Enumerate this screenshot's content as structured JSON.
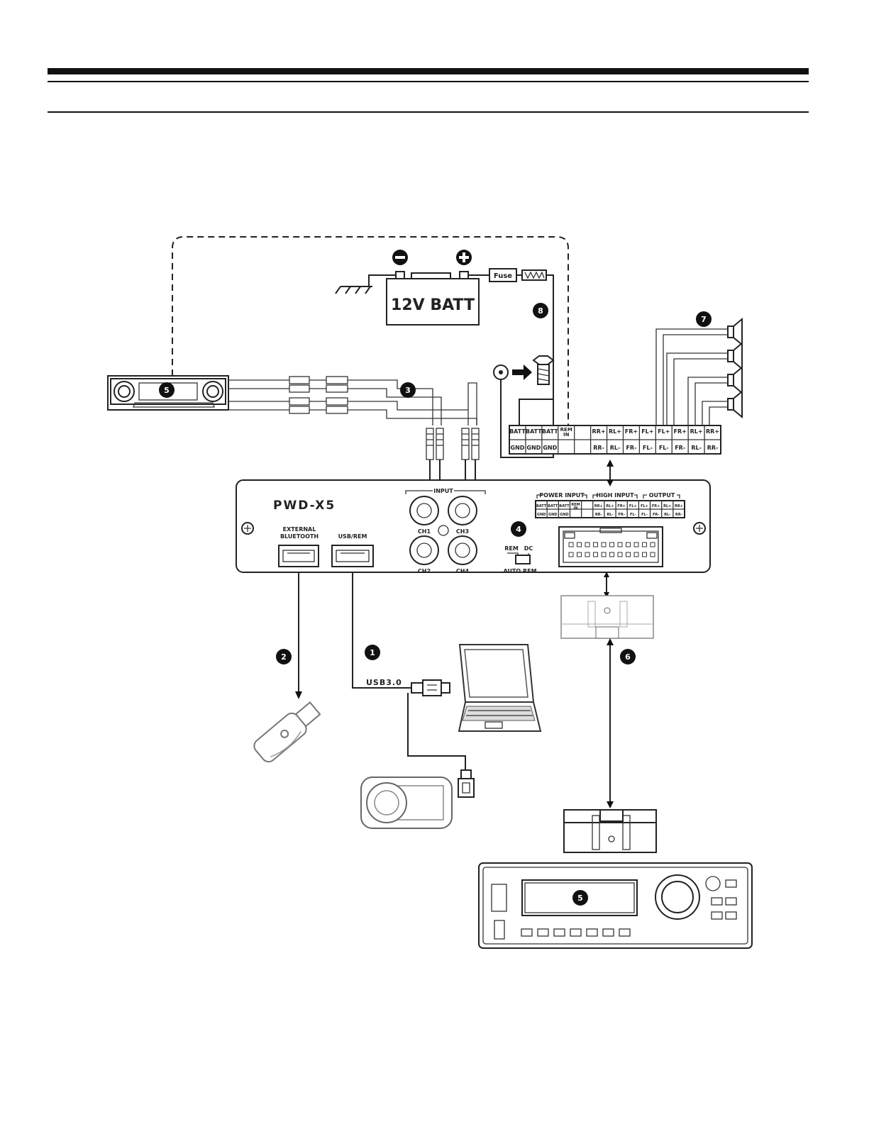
{
  "battery": {
    "label": "12V BATT",
    "minus": "−",
    "plus": "+"
  },
  "fuse": {
    "label": "Fuse"
  },
  "amp": {
    "model": "PWD-X5",
    "ports": {
      "external_bluetooth_1": "EXTERNAL",
      "external_bluetooth_2": "BLUETOOTH",
      "usb_rem": "USB/REM"
    },
    "input": {
      "title": "INPUT",
      "ch1": "CH1",
      "ch2": "CH2",
      "ch3": "CH3",
      "ch4": "CH4"
    },
    "switch": {
      "rem": "REM",
      "dc": "DC",
      "auto_rem": "AUTO REM"
    },
    "groups": {
      "power_input": "POWER INPUT",
      "high_input": "HIGH INPUT",
      "output": "OUTPUT"
    }
  },
  "usb_label": "USB3.0",
  "terminal": {
    "top": [
      "BATT",
      "BATT",
      "BATT",
      "REM IN",
      "",
      "RR+",
      "RL+",
      "FR+",
      "FL+",
      "FL+",
      "FR+",
      "RL+",
      "RR+"
    ],
    "bottom": [
      "GND",
      "GND",
      "GND",
      "",
      "",
      "RR-",
      "RL-",
      "FR-",
      "FL-",
      "FL-",
      "FR-",
      "RL-",
      "RR-"
    ]
  },
  "badges": {
    "b1": "1",
    "b2": "2",
    "b3": "3",
    "b4": "4",
    "b5a": "5",
    "b5b": "5",
    "b6": "6",
    "b7": "7",
    "b8": "8"
  }
}
